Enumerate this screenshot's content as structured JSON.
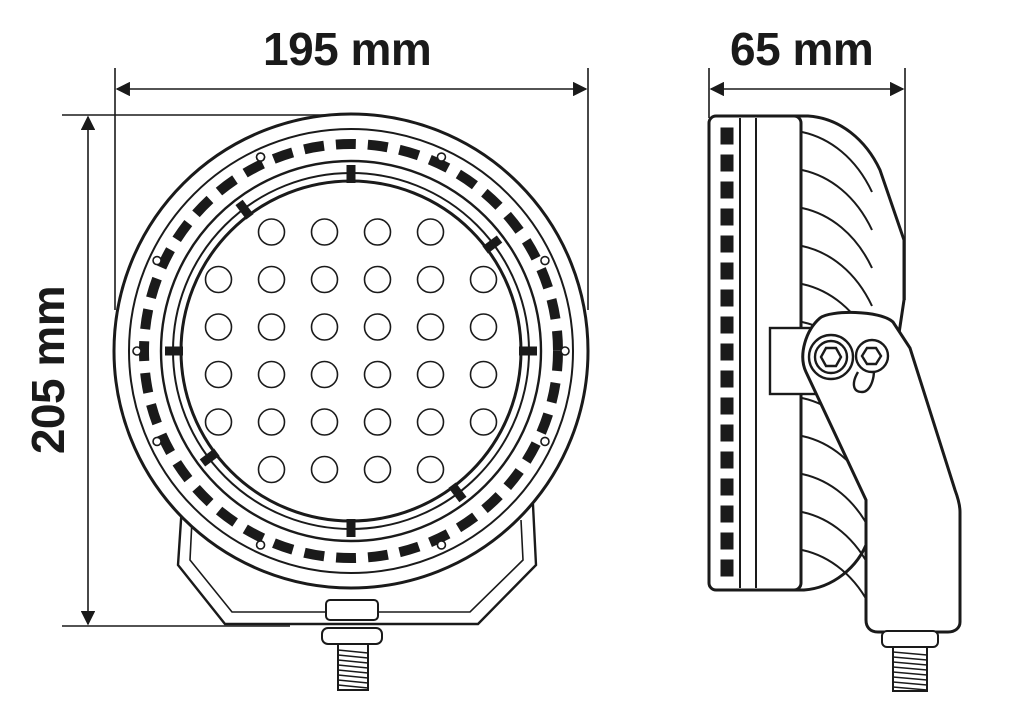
{
  "dimensions": {
    "width": "195 mm",
    "height": "205 mm",
    "depth": "65 mm"
  },
  "led_grid": {
    "rows": [
      4,
      6,
      6,
      6,
      6,
      4
    ]
  },
  "colors": {
    "line": "#1a1a1a",
    "background": "#ffffff"
  }
}
